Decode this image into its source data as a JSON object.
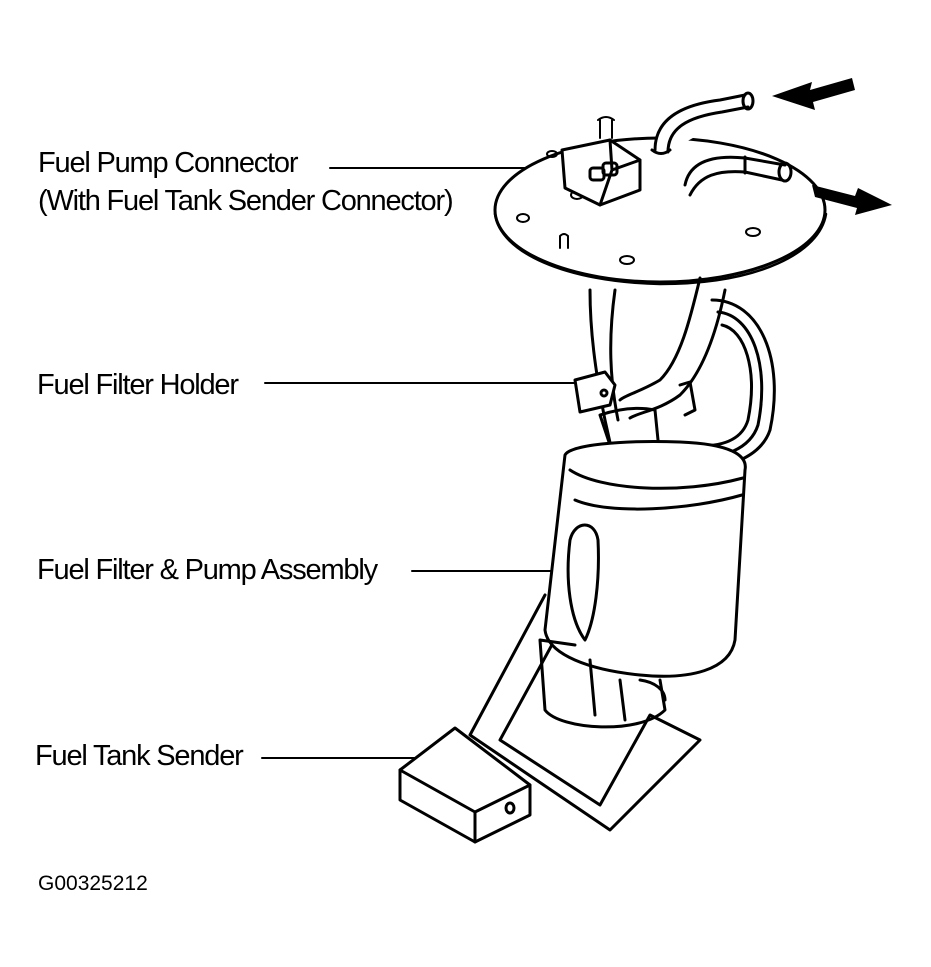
{
  "labels": {
    "fuel_pump_connector": "Fuel Pump Connector",
    "fuel_pump_connector_sub": "(With Fuel Tank Sender Connector)",
    "fuel_filter_holder": "Fuel Filter Holder",
    "fuel_filter_pump_assembly": "Fuel Filter & Pump Assembly",
    "fuel_tank_sender": "Fuel Tank Sender"
  },
  "figure_id": "G00325212",
  "colors": {
    "ink": "#000000",
    "paper": "#ffffff"
  },
  "icons": {
    "inlet_arrow": "arrow-left-icon",
    "outlet_arrow": "arrow-right-icon"
  }
}
